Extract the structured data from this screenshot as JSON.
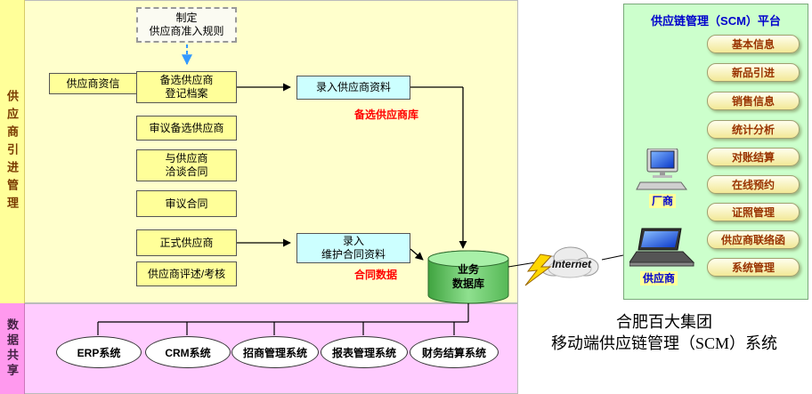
{
  "colors": {
    "process_bg": "#FFFFCC",
    "share_bg": "#FFCCFF",
    "scm_bg": "#CCFFCC",
    "box_yellow": "#FFFF99",
    "box_cyan": "#CCFFFF",
    "note_red": "#FF0000",
    "title_blue": "#0000CC",
    "button_text": "#993300",
    "db_green": "#66CC66"
  },
  "process_panel": {
    "sidebar_label": "供应商引进管理",
    "rule_box": "制定\n供应商准入规则",
    "credit_box": "供应商资信",
    "steps": [
      "备选供应商\n登记档案",
      "审议备选供应商",
      "与供应商\n洽谈合同",
      "审议合同",
      "正式供应商",
      "供应商评述/考核"
    ],
    "entry_supplier_box": "录入供应商资料",
    "entry_supplier_note": "备选供应商库",
    "entry_contract_box": "录入\n维护合同资料",
    "entry_contract_note": "合同数据",
    "database_label": "业务\n数据库",
    "database_line1": "业务",
    "database_line2": "数据库"
  },
  "share_panel": {
    "sidebar_label": "数据共享",
    "systems": [
      "ERP系统",
      "CRM系统",
      "招商管理系统",
      "报表管理系统",
      "财务结算系统"
    ]
  },
  "scm_panel": {
    "title": "供应链管理（SCM）平台",
    "buttons": [
      "基本信息",
      "新品引进",
      "销售信息",
      "统计分析",
      "对账结算",
      "在线预约",
      "证照管理",
      "供应商联络函",
      "系统管理"
    ],
    "desktop_label": "厂商",
    "laptop_label": "供应商"
  },
  "internet": {
    "label": "Internet"
  },
  "footer": {
    "line1": "合肥百大集团",
    "line2": "移动端供应链管理（SCM）系统"
  }
}
